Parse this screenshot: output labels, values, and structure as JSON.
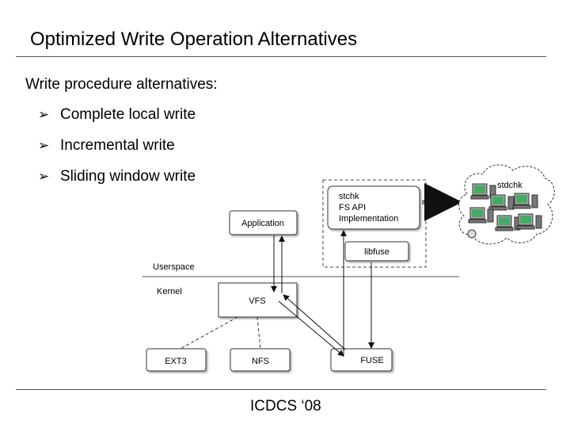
{
  "slide": {
    "title": "Optimized Write Operation Alternatives",
    "intro": "Write procedure alternatives:",
    "bullets": [
      "Complete local write",
      "Incremental write",
      "Sliding window write"
    ],
    "footer": "ICDCS ‘08"
  },
  "diagram": {
    "application": "Application",
    "userspace": "Userspace",
    "kernel": "Kernel",
    "vfs": "VFS",
    "ext3": "EXT3",
    "nfs": "NFS",
    "fuse": "FUSE",
    "libfuse": "libfuse",
    "stchk_impl": [
      "stchk",
      "FS API",
      "Implementation"
    ],
    "cloud_label": "stdchk"
  }
}
